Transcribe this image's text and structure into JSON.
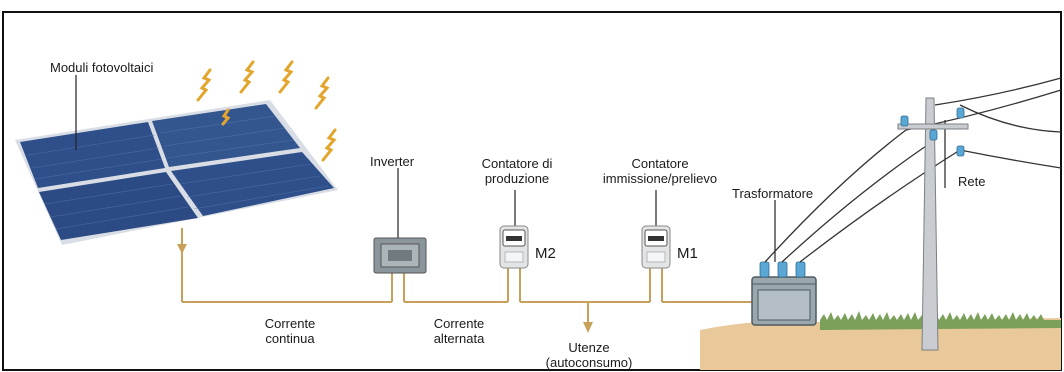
{
  "labels": {
    "modules": "Moduli fotovoltaici",
    "inverter": "Inverter",
    "production_meter_line1": "Contatore di",
    "production_meter_line2": "produzione",
    "exchange_meter_line1": "Contatore",
    "exchange_meter_line2": "immissione/prelievo",
    "transformer": "Trasformatore",
    "grid": "Rete",
    "m2": "M2",
    "m1": "M1",
    "dc_line1": "Corrente",
    "dc_line2": "continua",
    "ac_line1": "Corrente",
    "ac_line2": "alternata",
    "loads_line1": "Utenze",
    "loads_line2": "(autoconsumo)"
  },
  "colors": {
    "wire": "#c8a05a",
    "panel": "#2f4f8a",
    "panel_frame": "#d8dde6",
    "sun_ray": "#e3a52b",
    "ground": "#e9c89a",
    "grass": "#7aa05a",
    "meter_body": "#e2e4e6",
    "transformer_body": "#9aa8ae",
    "insulator": "#5aa7d6",
    "pole": "#c9cdd1"
  }
}
